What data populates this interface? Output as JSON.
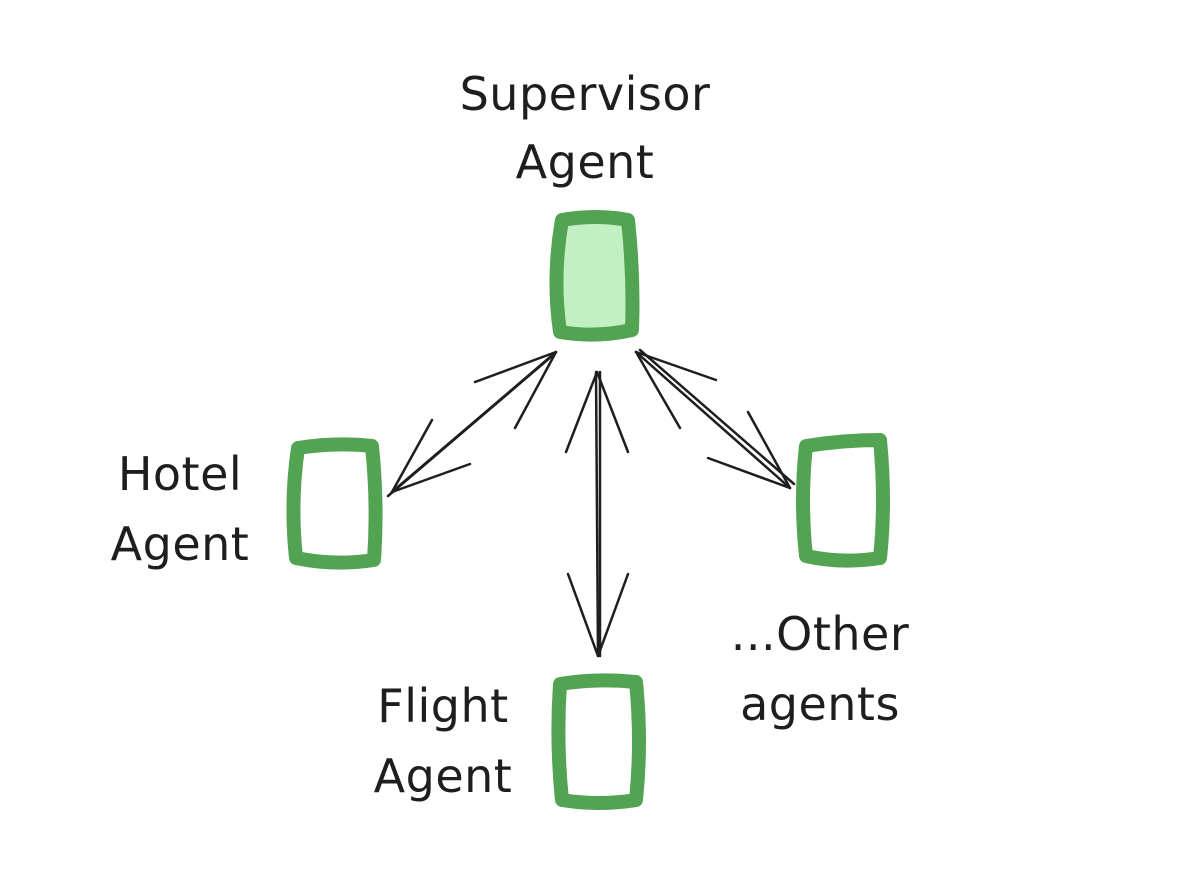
{
  "colors": {
    "node_stroke": "#52a352",
    "supervisor_fill": "#c2f0c2",
    "node_fill": "#ffffff",
    "ink": "#1e1e1e"
  },
  "nodes": {
    "supervisor": {
      "line1": "Supervisor",
      "line2": "Agent"
    },
    "hotel": {
      "line1": "Hotel",
      "line2": "Agent"
    },
    "flight": {
      "line1": "Flight",
      "line2": "Agent"
    },
    "other": {
      "line1": "...Other",
      "line2": "agents"
    }
  },
  "edges": [
    {
      "from": "supervisor",
      "to": "hotel"
    },
    {
      "from": "supervisor",
      "to": "flight"
    },
    {
      "from": "supervisor",
      "to": "other"
    }
  ]
}
